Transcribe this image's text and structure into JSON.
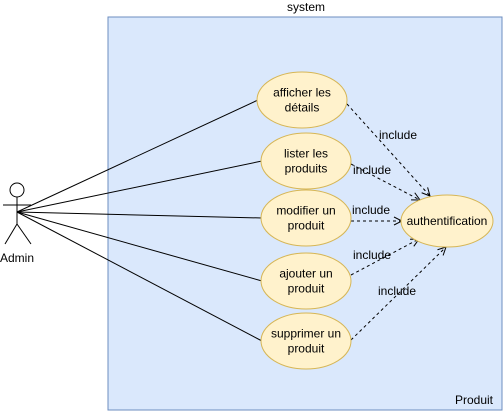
{
  "system": {
    "title": "system",
    "name": "Produit",
    "fill": "#dae8fc",
    "stroke": "#6c8ebf"
  },
  "actor": {
    "name": "Admin"
  },
  "use_cases": [
    {
      "id": "afficher",
      "lines": [
        "afficher les",
        "détails"
      ]
    },
    {
      "id": "lister",
      "lines": [
        "lister les",
        "produits"
      ]
    },
    {
      "id": "modifier",
      "lines": [
        "modifier un",
        "produit"
      ]
    },
    {
      "id": "ajouter",
      "lines": [
        "ajouter un",
        "produit"
      ]
    },
    {
      "id": "supprimer",
      "lines": [
        "supprimer un",
        "produit"
      ]
    },
    {
      "id": "auth",
      "lines": [
        "authentification"
      ]
    }
  ],
  "relations": {
    "association": [
      "afficher",
      "lister",
      "modifier",
      "ajouter",
      "supprimer"
    ],
    "include": [
      {
        "from": "afficher",
        "to": "auth",
        "label": "include"
      },
      {
        "from": "lister",
        "to": "auth",
        "label": "include"
      },
      {
        "from": "modifier",
        "to": "auth",
        "label": "include"
      },
      {
        "from": "ajouter",
        "to": "auth",
        "label": "include"
      },
      {
        "from": "supprimer",
        "to": "auth",
        "label": "include"
      }
    ]
  },
  "colors": {
    "use_case_fill": "#fff2cc",
    "use_case_stroke": "#d6b656"
  }
}
